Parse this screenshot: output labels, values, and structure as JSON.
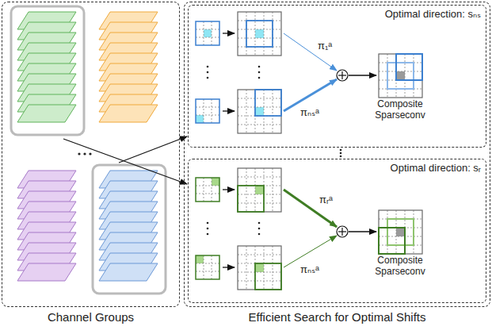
{
  "diagram": {
    "nodes": [
      {
        "text": [
          "Channel Groups"
        ]
      },
      {
        "text": [
          "Efficient Search for Optimal Shifts"
        ]
      },
      {
        "text": [
          "Optimal direction: sₙₛ"
        ],
        "in": 1
      },
      {
        "text": [
          "Optimal direction: sᵣ"
        ],
        "in": 1
      },
      {
        "text": [
          "Composite Sparseconv"
        ],
        "in": 2
      },
      {
        "text": [
          "Composite Sparseconv"
        ],
        "in": 3
      }
    ],
    "labels": [
      "π₁ᵃ",
      "πₙₛᵃ",
      "πᵣᵃ",
      "πₙₛᵃ"
    ]
  }
}
